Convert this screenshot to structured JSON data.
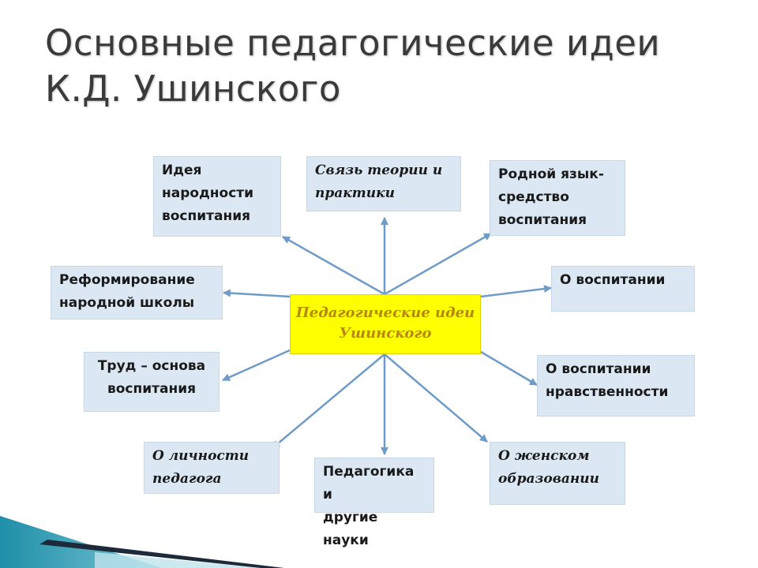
{
  "title": {
    "line1": "Основные педагогические идеи",
    "line2": "К.Д. Ушинского"
  },
  "diagram": {
    "center": "Педагогические идеи\nУшинского",
    "nodes": {
      "idea_narodnosti": "Идея\nнародности\nвоспитания",
      "svyaz_teorii": "Связь теории и\nпрактики",
      "rodnoy_yazyk": "Родной язык-\nсредство\nвоспитания",
      "reformirovanie": "Реформирование\nнародной школы",
      "o_vospitanii": "О воспитании",
      "trud": "Труд – основа\nвоспитания",
      "nravstvennost": "О воспитании\nнравственности",
      "lichnost_pedagoga": "О  личности\nпедагога",
      "pedagogika_nauki": "Педагогика и\nдругие науки",
      "zhenskoe_obrazovanie": "О женском\nобразовании"
    }
  },
  "colors": {
    "box_fill": "#dbe8f3",
    "center_fill": "#ffff00",
    "center_text": "#b8860b",
    "arrow": "#6f9bc8",
    "footer_teal": "#3a9ab0",
    "footer_dark": "#1c2a3a"
  }
}
